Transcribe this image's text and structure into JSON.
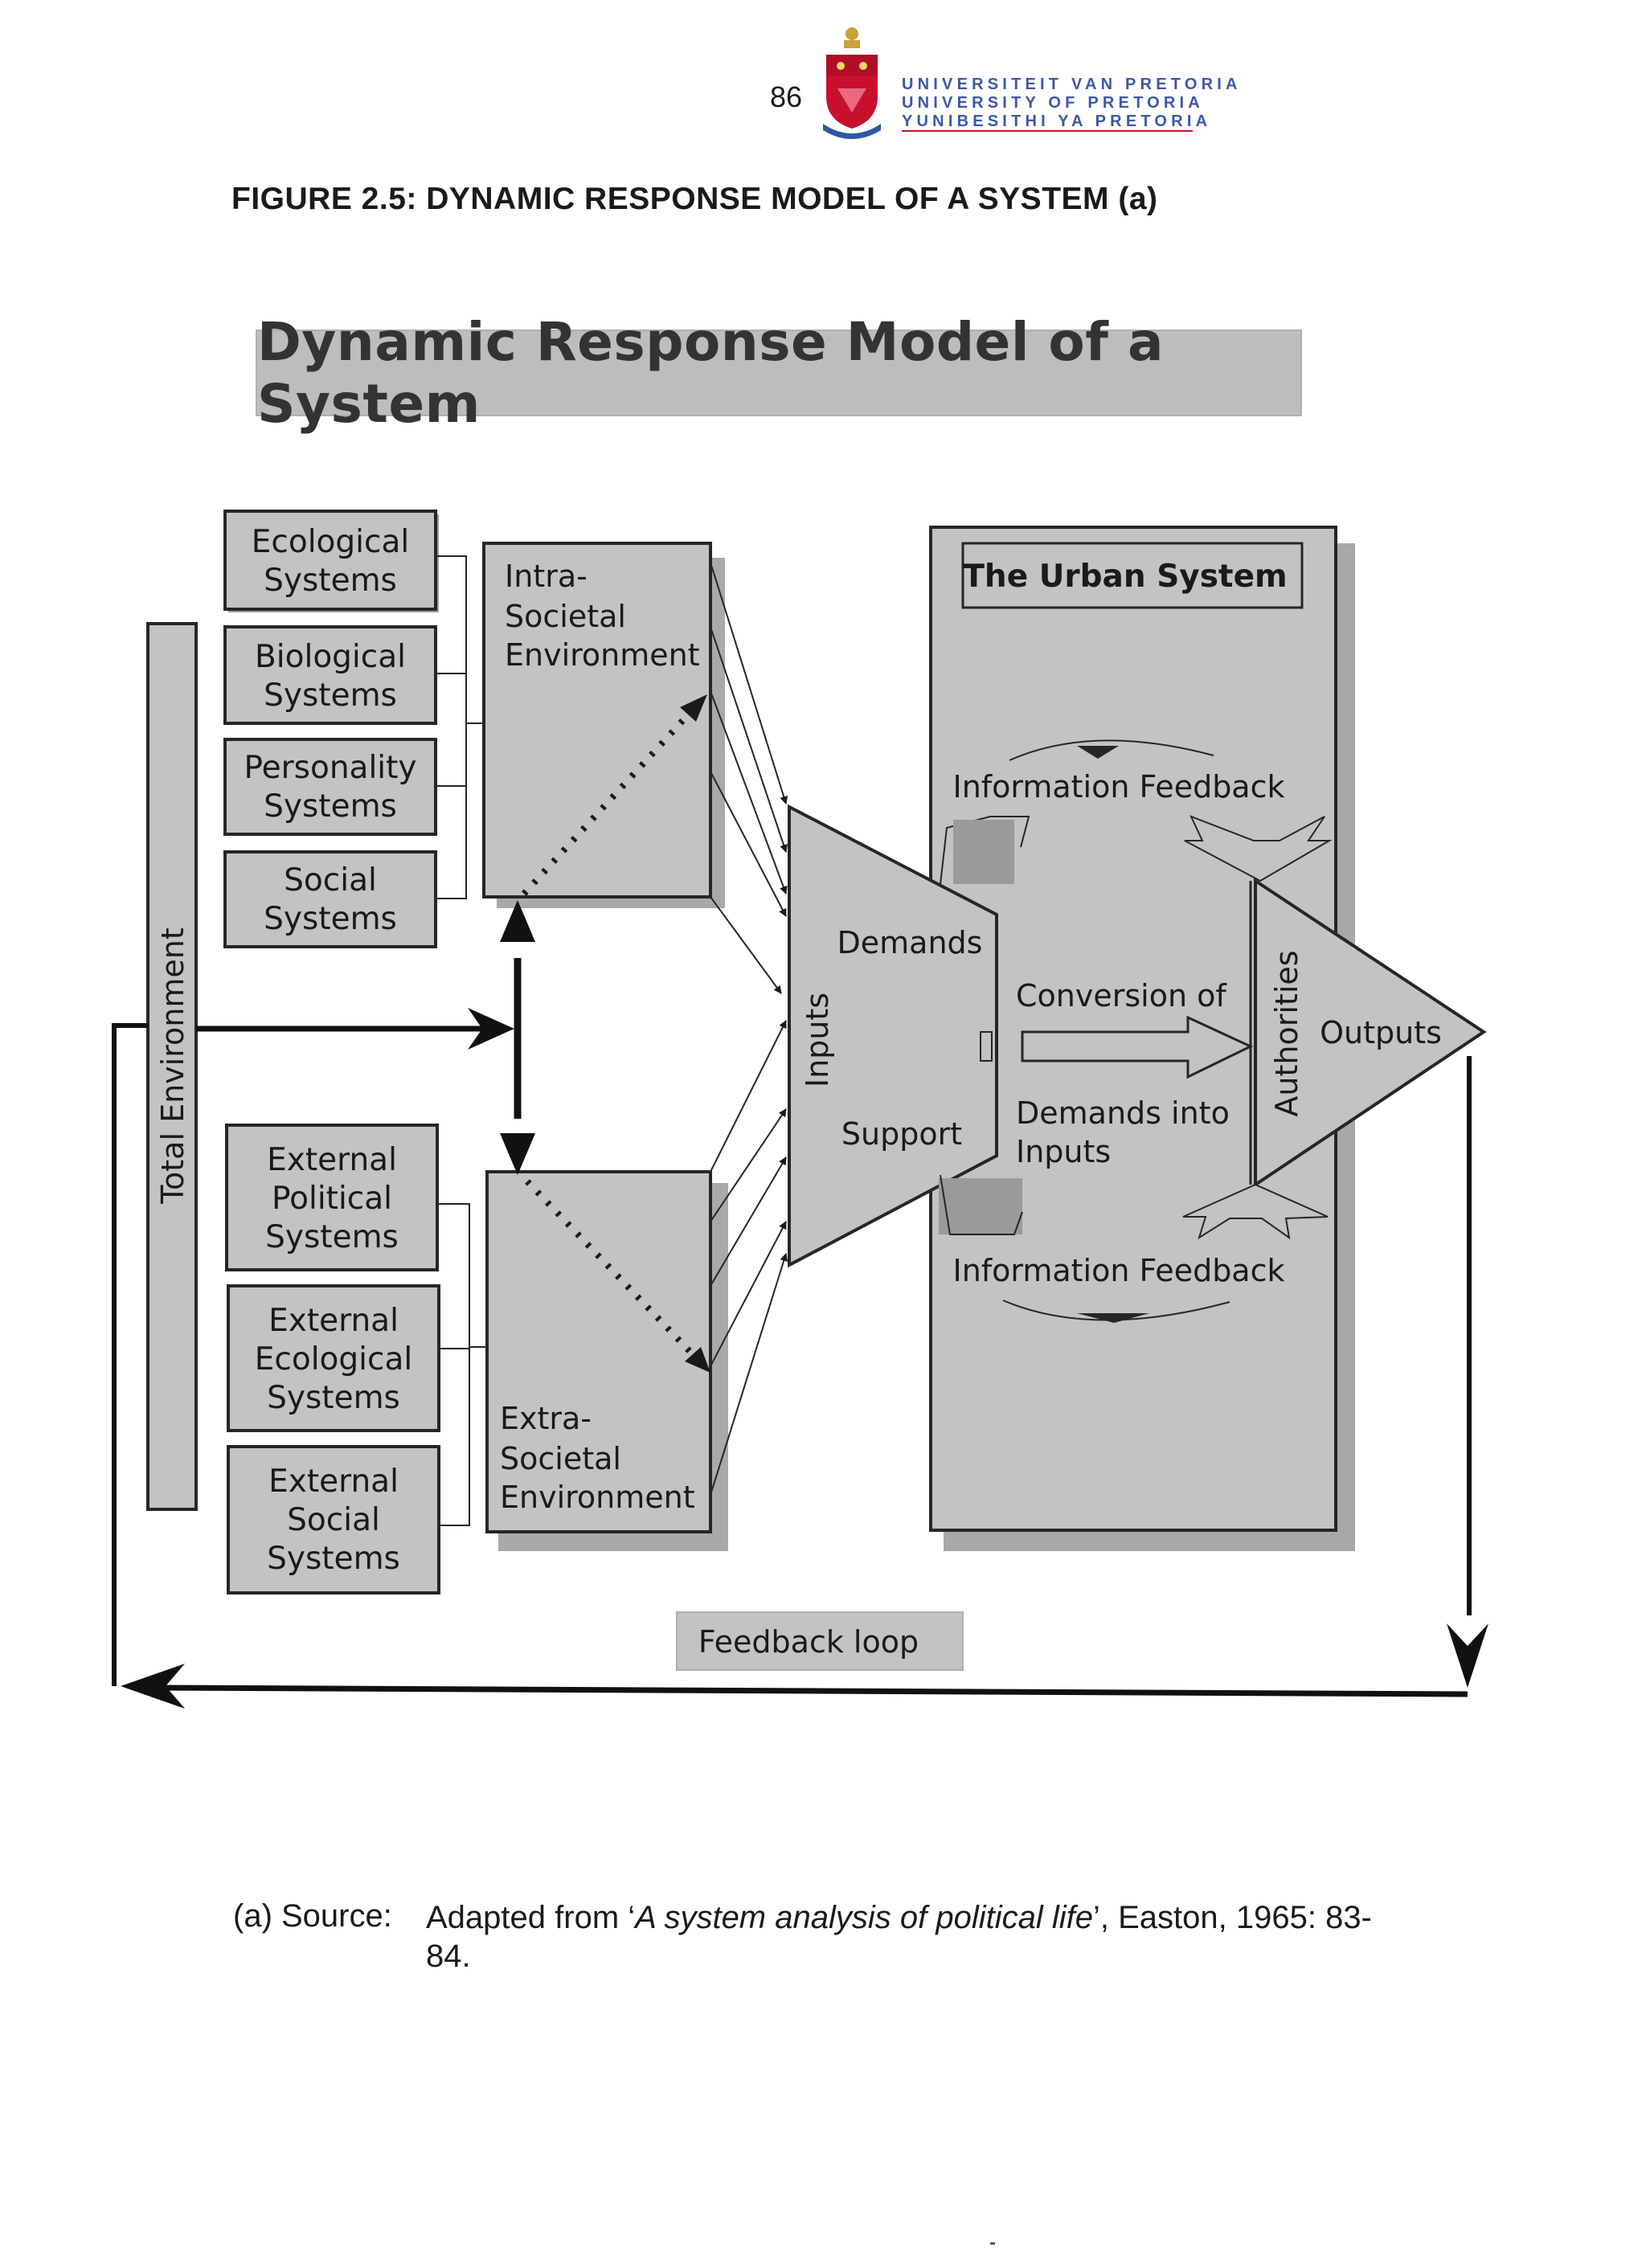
{
  "header": {
    "page_number": "86",
    "university_lines": [
      "UNIVERSITEIT VAN PRETORIA",
      "UNIVERSITY OF PRETORIA",
      "YUNIBESITHI YA PRETORIA"
    ],
    "crest_icon": "university-crest-icon"
  },
  "figure": {
    "caption": "FIGURE 2.5: DYNAMIC RESPONSE MODEL OF A SYSTEM (a)",
    "banner_title": "Dynamic Response Model of a System"
  },
  "diagram": {
    "total_environment": "Total Environment",
    "intra_systems": [
      [
        "Ecological",
        "Systems"
      ],
      [
        "Biological",
        "Systems"
      ],
      [
        "Personality",
        "Systems"
      ],
      [
        "Social",
        "Systems"
      ]
    ],
    "extra_systems": [
      [
        "External",
        "Political",
        "Systems"
      ],
      [
        "External",
        "Ecological",
        "Systems"
      ],
      [
        "External",
        "Social",
        "Systems"
      ]
    ],
    "intra_environment": [
      "Intra-",
      "Societal",
      "Environment"
    ],
    "extra_environment": [
      "Extra-",
      "Societal",
      "Environment"
    ],
    "urban_system": "The Urban System",
    "information_feedback_top": "Information Feedback",
    "information_feedback_bottom": "Information Feedback",
    "inputs": "Inputs",
    "demands": "Demands",
    "support": "Support",
    "conversion": [
      "Conversion of",
      "Demands into",
      "Inputs"
    ],
    "authorities": "Authorities",
    "outputs": "Outputs",
    "feedback_loop": "Feedback loop"
  },
  "footnote": {
    "label": "(a) Source:",
    "text_prefix": "Adapted from ‘",
    "text_italic": "A system analysis of political life",
    "text_suffix": "’, Easton, 1965: 83-84."
  },
  "colors": {
    "box_fill": "#c3c3c3",
    "shadow": "#a9a9a9",
    "stroke": "#262626",
    "university_blue": "#3b58a8",
    "university_red": "#c8102e"
  }
}
